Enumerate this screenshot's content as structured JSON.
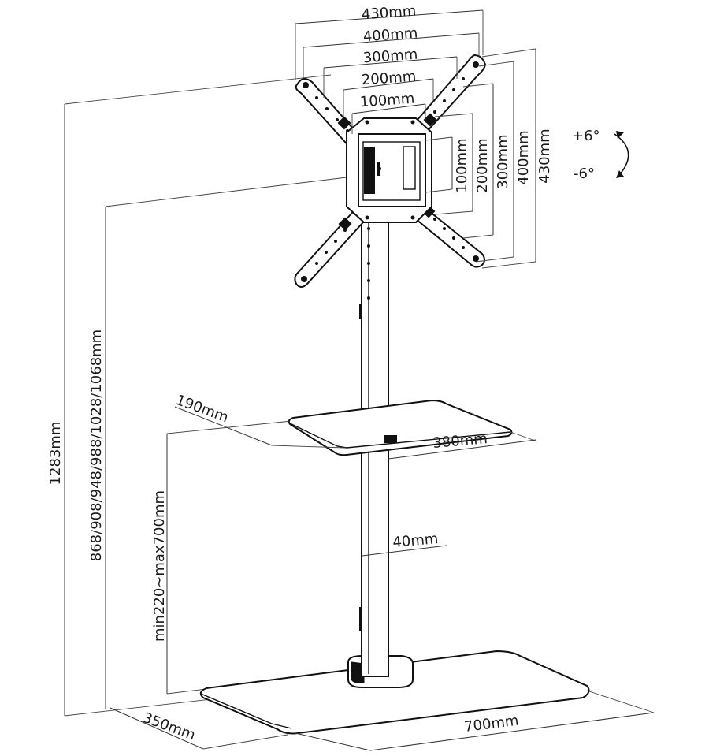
{
  "dimensions": {
    "width_430": "430mm",
    "width_400": "400mm",
    "width_300": "300mm",
    "width_200": "200mm",
    "width_100": "100mm",
    "height_100": "100mm",
    "height_200": "200mm",
    "height_300": "300mm",
    "height_400": "400mm",
    "height_430": "430mm",
    "tilt_up": "+6°",
    "tilt_down": "-6°",
    "total_height": "1283mm",
    "center_heights": "868/908/948/988/1028/1068mm",
    "shelf_depth": "190mm",
    "shelf_width": "380mm",
    "shelf_height": "min220~max700mm",
    "pole_width": "40mm",
    "base_depth": "350mm",
    "base_width": "700mm"
  }
}
